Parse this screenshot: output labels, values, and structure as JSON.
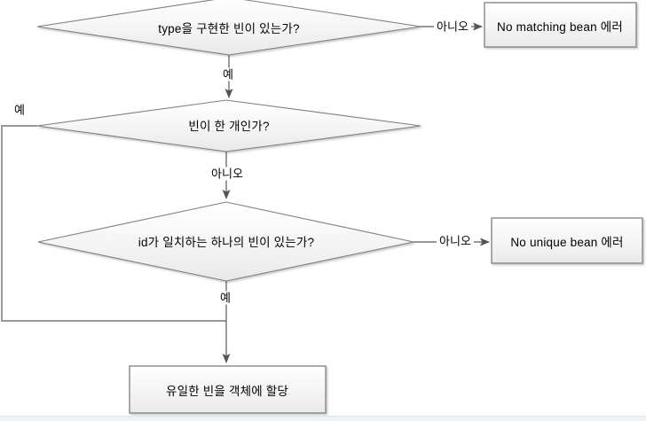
{
  "flowchart": {
    "decision_type_text": "type을 구현한 빈이 있는가?",
    "decision_single_text": "빈이 한 개인가?",
    "decision_id_text": "id가 일치하는 하나의 빈이 있는가?",
    "error_no_matching_text": "No matching bean 에러",
    "error_no_unique_text": "No unique bean 에러",
    "action_assign_text": "유일한 빈을 객체에 할당",
    "label_yes_top": "예",
    "label_yes_left": "예",
    "label_yes_bottom": "예",
    "label_no_top": "아니오",
    "label_no_middle": "아니오",
    "label_no_right": "아니오"
  },
  "colors": {
    "shape_border": "#7f7f7f",
    "shape_fill_top": "#ffffff",
    "shape_fill_bottom": "#e9e9e9",
    "connector": "#595959",
    "text": "#000000",
    "bottom_band": "#eef2f8"
  }
}
